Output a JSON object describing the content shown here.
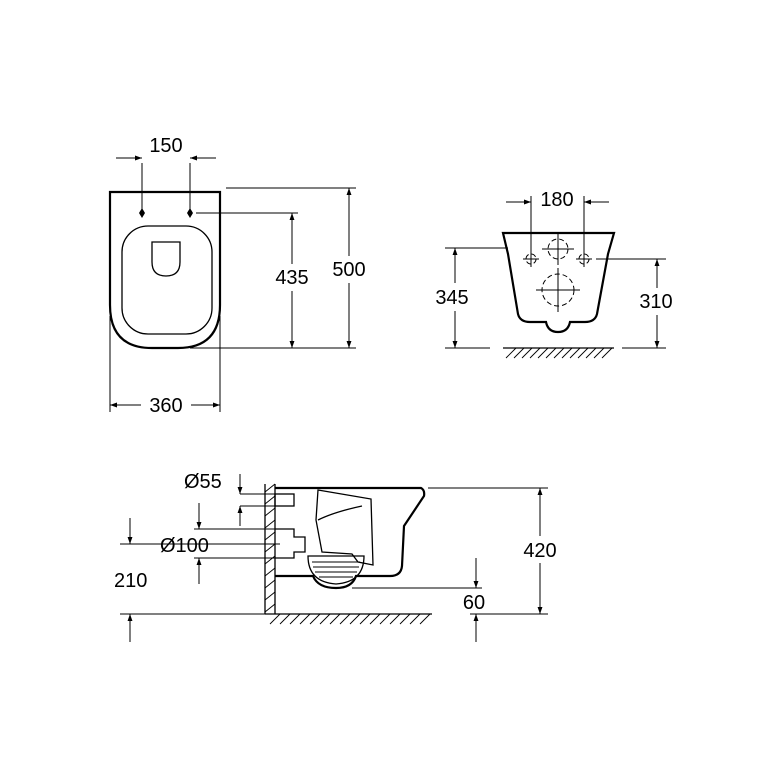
{
  "top_view": {
    "width_label": "360",
    "hole_spacing_label": "150",
    "depth_label": "500",
    "fixing_distance_label": "435"
  },
  "rear_view": {
    "bolt_spacing_label": "180",
    "rim_height_label": "345",
    "bolt_height_label": "310"
  },
  "side_view": {
    "inlet_diameter_label": "Ø55",
    "outlet_diameter_label": "Ø100",
    "outlet_height_label": "210",
    "total_height_label": "420",
    "floor_clearance_label": "60"
  }
}
